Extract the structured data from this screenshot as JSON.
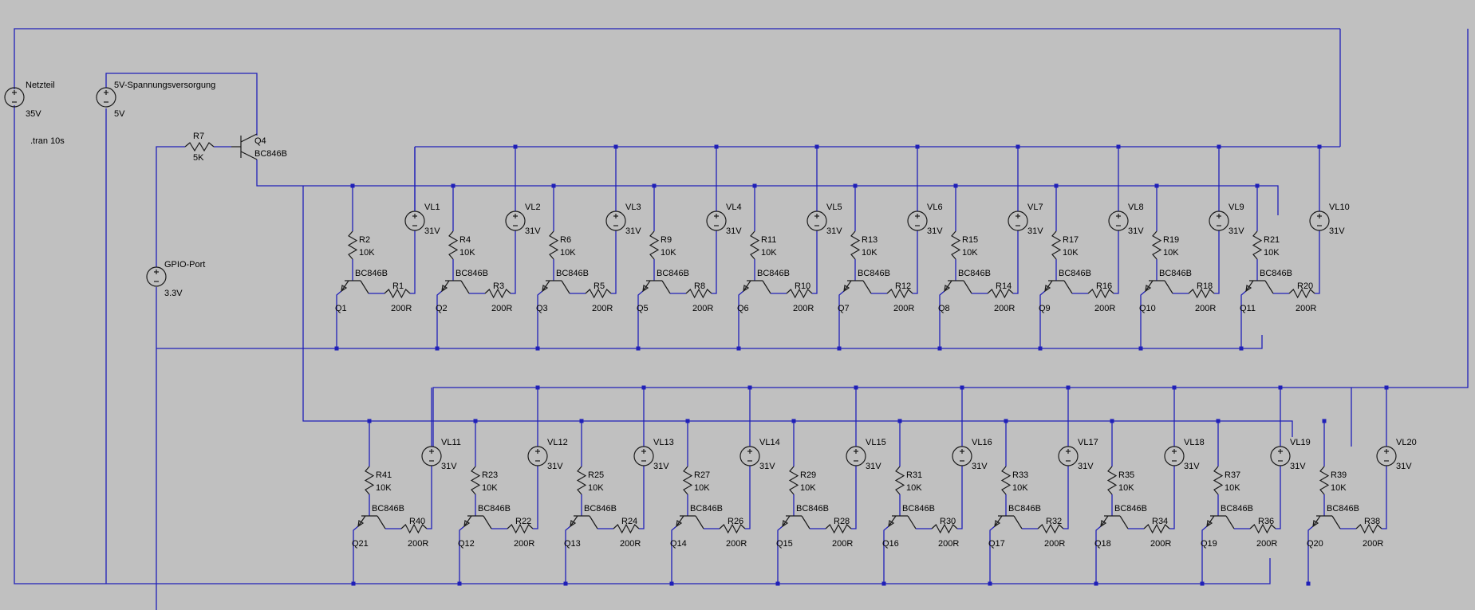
{
  "colors": {
    "background": "#c0c0c0",
    "wire": "#2020b8",
    "symbol": "#1a1a1a",
    "text": "#000000"
  },
  "icons": {
    "voltage_source": "voltage-source-icon",
    "resistor": "resistor-icon",
    "npn_transistor": "npn-transistor-icon"
  },
  "directive": ".tran 10s",
  "main_supply": {
    "name": "Netzteil",
    "value": "35V"
  },
  "logic_supply": {
    "name": "5V-Spannungsversorgung",
    "value": "5V"
  },
  "gpio_source": {
    "name": "GPIO-Port",
    "value": "3.3V"
  },
  "switch_stage": {
    "resistor": "R7",
    "resistor_value": "5K",
    "transistor": "Q4",
    "transistor_model": "BC846B"
  },
  "top_row": [
    {
      "vs": "VL1",
      "vval": "31V",
      "rb": "R2",
      "rbval": "10K",
      "model": "BC846B",
      "q": "Q1",
      "rl": "R1",
      "rlval": "200R"
    },
    {
      "vs": "VL2",
      "vval": "31V",
      "rb": "R4",
      "rbval": "10K",
      "model": "BC846B",
      "q": "Q2",
      "rl": "R3",
      "rlval": "200R"
    },
    {
      "vs": "VL3",
      "vval": "31V",
      "rb": "R6",
      "rbval": "10K",
      "model": "BC846B",
      "q": "Q3",
      "rl": "R5",
      "rlval": "200R"
    },
    {
      "vs": "VL4",
      "vval": "31V",
      "rb": "R9",
      "rbval": "10K",
      "model": "BC846B",
      "q": "Q5",
      "rl": "R8",
      "rlval": "200R"
    },
    {
      "vs": "VL5",
      "vval": "31V",
      "rb": "R11",
      "rbval": "10K",
      "model": "BC846B",
      "q": "Q6",
      "rl": "R10",
      "rlval": "200R"
    },
    {
      "vs": "VL6",
      "vval": "31V",
      "rb": "R13",
      "rbval": "10K",
      "model": "BC846B",
      "q": "Q7",
      "rl": "R12",
      "rlval": "200R"
    },
    {
      "vs": "VL7",
      "vval": "31V",
      "rb": "R15",
      "rbval": "10K",
      "model": "BC846B",
      "q": "Q8",
      "rl": "R14",
      "rlval": "200R"
    },
    {
      "vs": "VL8",
      "vval": "31V",
      "rb": "R17",
      "rbval": "10K",
      "model": "BC846B",
      "q": "Q9",
      "rl": "R16",
      "rlval": "200R"
    },
    {
      "vs": "VL9",
      "vval": "31V",
      "rb": "R19",
      "rbval": "10K",
      "model": "BC846B",
      "q": "Q10",
      "rl": "R18",
      "rlval": "200R"
    },
    {
      "vs": "VL10",
      "vval": "31V",
      "rb": "R21",
      "rbval": "10K",
      "model": "BC846B",
      "q": "Q11",
      "rl": "R20",
      "rlval": "200R"
    }
  ],
  "bottom_row": [
    {
      "vs": "VL11",
      "vval": "31V",
      "rb": "R41",
      "rbval": "10K",
      "model": "BC846B",
      "q": "Q21",
      "rl": "R40",
      "rlval": "200R"
    },
    {
      "vs": "VL12",
      "vval": "31V",
      "rb": "R23",
      "rbval": "10K",
      "model": "BC846B",
      "q": "Q12",
      "rl": "R22",
      "rlval": "200R"
    },
    {
      "vs": "VL13",
      "vval": "31V",
      "rb": "R25",
      "rbval": "10K",
      "model": "BC846B",
      "q": "Q13",
      "rl": "R24",
      "rlval": "200R"
    },
    {
      "vs": "VL14",
      "vval": "31V",
      "rb": "R27",
      "rbval": "10K",
      "model": "BC846B",
      "q": "Q14",
      "rl": "R26",
      "rlval": "200R"
    },
    {
      "vs": "VL15",
      "vval": "31V",
      "rb": "R29",
      "rbval": "10K",
      "model": "BC846B",
      "q": "Q15",
      "rl": "R28",
      "rlval": "200R"
    },
    {
      "vs": "VL16",
      "vval": "31V",
      "rb": "R31",
      "rbval": "10K",
      "model": "BC846B",
      "q": "Q16",
      "rl": "R30",
      "rlval": "200R"
    },
    {
      "vs": "VL17",
      "vval": "31V",
      "rb": "R33",
      "rbval": "10K",
      "model": "BC846B",
      "q": "Q17",
      "rl": "R32",
      "rlval": "200R"
    },
    {
      "vs": "VL18",
      "vval": "31V",
      "rb": "R35",
      "rbval": "10K",
      "model": "BC846B",
      "q": "Q18",
      "rl": "R34",
      "rlval": "200R"
    },
    {
      "vs": "VL19",
      "vval": "31V",
      "rb": "R37",
      "rbval": "10K",
      "model": "BC846B",
      "q": "Q19",
      "rl": "R36",
      "rlval": "200R"
    },
    {
      "vs": "VL20",
      "vval": "31V",
      "rb": "R39",
      "rbval": "10K",
      "model": "BC846B",
      "q": "Q20",
      "rl": "R38",
      "rlval": "200R"
    }
  ]
}
